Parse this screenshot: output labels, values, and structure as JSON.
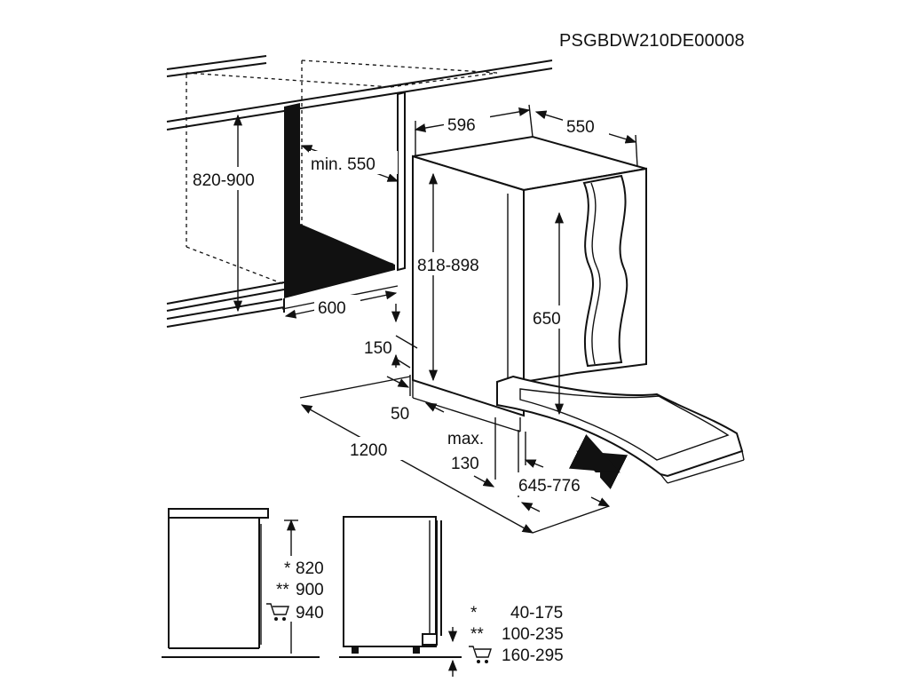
{
  "model_code": "PSGBDW210DE00008",
  "dimensions": {
    "width": "596",
    "depth": "550",
    "niche_height": "820-900",
    "min_depth": "min. 550",
    "appliance_height": "818-898",
    "niche_width": "600",
    "door_height": "650",
    "plinth_height": "150",
    "plinth_depth": "50",
    "total_length": "1200",
    "max_label": "max.",
    "max_value": "130",
    "door_range": "645-776"
  },
  "side_view": {
    "heights": [
      {
        "marker": "*",
        "value": "820"
      },
      {
        "marker": "**",
        "value": "900"
      },
      {
        "marker": "cart-icon",
        "value": "940"
      }
    ],
    "plinth_ranges": [
      {
        "marker": "*",
        "value": "40-175"
      },
      {
        "marker": "**",
        "value": "100-235"
      },
      {
        "marker": "cart-icon",
        "value": "160-295"
      }
    ]
  }
}
